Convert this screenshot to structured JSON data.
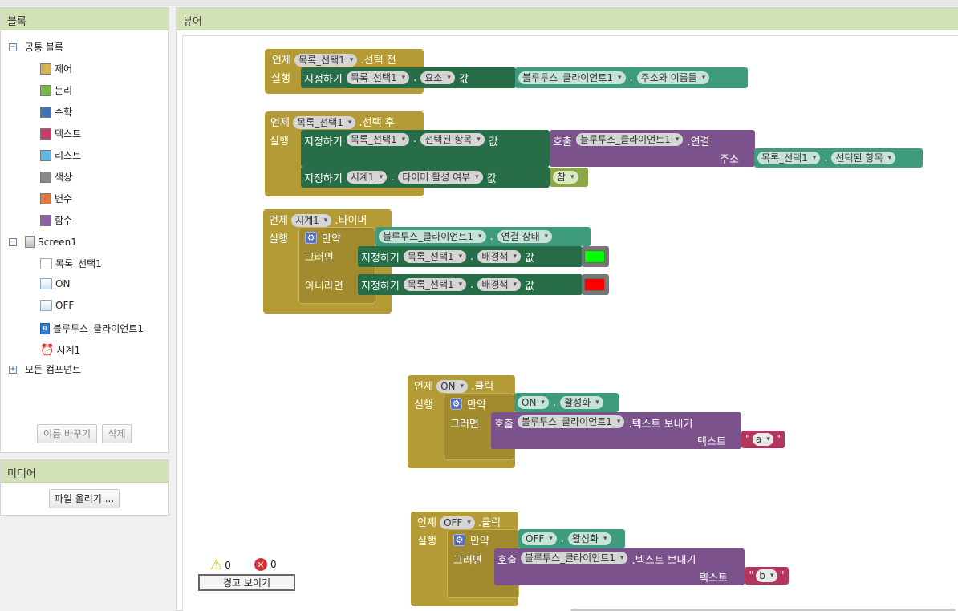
{
  "blocks_panel": {
    "title": "블록",
    "builtin": {
      "label": "공통 블록",
      "items": [
        {
          "label": "제어",
          "color": "#d4b254"
        },
        {
          "label": "논리",
          "color": "#7ab648"
        },
        {
          "label": "수학",
          "color": "#3f71b5"
        },
        {
          "label": "텍스트",
          "color": "#c63c67"
        },
        {
          "label": "리스트",
          "color": "#64b8e0"
        },
        {
          "label": "색상",
          "color": "#8a8a8a"
        },
        {
          "label": "변수",
          "color": "#e27a3f"
        },
        {
          "label": "함수",
          "color": "#8a62a4"
        }
      ]
    },
    "screen": {
      "label": "Screen1",
      "components": [
        "목록_선택1",
        "ON",
        "OFF",
        "블루투스_클라이언트1",
        "시계1"
      ]
    },
    "all_components": "모든 컴포넌트",
    "rename_button": "이름 바꾸기",
    "delete_button": "삭제"
  },
  "media_panel": {
    "title": "미디어",
    "upload_button": "파일 올리기 ..."
  },
  "viewer": {
    "title": "뷰어",
    "w": {
      "when": "언제",
      "do": "실행",
      "set": "지정하기",
      "to": "값",
      "call": "호출",
      "if": "만약",
      "then": "그러면",
      "else": "아니라면",
      "addr": "주소",
      "text": "텍스트",
      "dot": "."
    },
    "e1": {
      "comp": "목록_선택1",
      "evt": ".선택 전",
      "tcomp": "목록_선택1",
      "tprop": "요소",
      "scomp": "블루투스_클라이언트1",
      "sprop": "주소와 이름들"
    },
    "e2": {
      "comp": "목록_선택1",
      "evt": ".선택 후",
      "tcomp": "목록_선택1",
      "tprop": "선택된 항목",
      "ccomp": "블루투스_클라이언트1",
      "cmeth": ".연결",
      "acomp": "목록_선택1",
      "aprop": "선택된 항목",
      "t2comp": "시계1",
      "t2prop": "타이머 활성 여부",
      "bool": "참"
    },
    "e3": {
      "comp": "시계1",
      "evt": ".타이머",
      "ccomp": "블루투스_클라이언트1",
      "cprop": "연결 상태",
      "tcomp": "목록_선택1",
      "tprop": "배경색",
      "ecomp": "목록_선택1",
      "eprop": "배경색",
      "color_then": "#00ff00",
      "color_else": "#ff0000"
    },
    "e4": {
      "comp": "ON",
      "evt": ".클릭",
      "ccomp": "ON",
      "cprop": "활성화",
      "kcomp": "블루투스_클라이언트1",
      "kmeth": ".텍스트 보내기",
      "str": "a"
    },
    "e5": {
      "comp": "OFF",
      "evt": ".클릭",
      "ccomp": "OFF",
      "cprop": "활성화",
      "kcomp": "블루투스_클라이언트1",
      "kmeth": ".텍스트 보내기",
      "str": "b"
    },
    "warnings": {
      "warn_count": "0",
      "error_count": "0",
      "show_button": "경고 보이기"
    }
  }
}
